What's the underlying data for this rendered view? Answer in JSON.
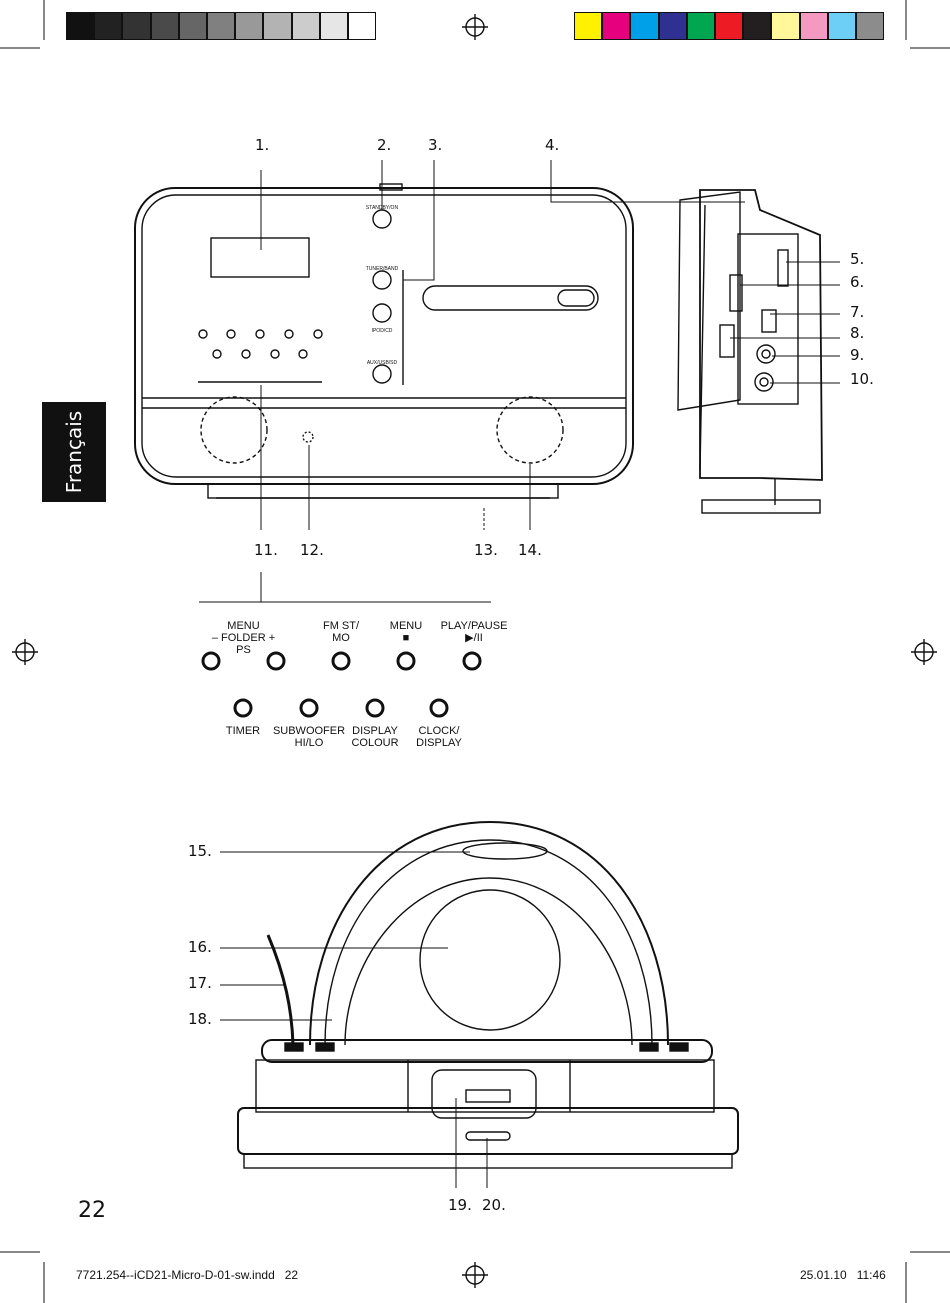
{
  "callouts": {
    "c1": "1.",
    "c2": "2.",
    "c3": "3.",
    "c4": "4.",
    "c5": "5.",
    "c6": "6.",
    "c7": "7.",
    "c8": "8.",
    "c9": "9.",
    "c10": "10.",
    "c11": "11.",
    "c12": "12.",
    "c13": "13.",
    "c14": "14.",
    "c15": "15.",
    "c16": "16.",
    "c17": "17.",
    "c18": "18.",
    "c19": "19.",
    "c20": "20."
  },
  "device_small_labels": {
    "standby": "STANDBY/ON",
    "tuner_band": "TUNER/BAND",
    "ipod_cd": "IPOD/CD",
    "aux_usb_sd": "AUX/USB/SD"
  },
  "control_panel": {
    "menu_folder": "MENU\n– FOLDER +\nPS",
    "fm_st_mo": "FM ST/\nMO",
    "menu_stop": "MENU\n■",
    "play_pause": "PLAY/PAUSE\n▶/II",
    "timer": "TIMER",
    "subwoofer": "SUBWOOFER\nHI/LO",
    "display_colour": "DISPLAY\nCOLOUR",
    "clock_display": "CLOCK/\nDISPLAY"
  },
  "side_tab": "Français",
  "page_number": "22",
  "footer": {
    "file": "7721.254--iCD21-Micro-D-01-sw.indd   22",
    "date": "25.01.10   11:46"
  },
  "colors": {
    "gray_bar": [
      "#111111",
      "#222222",
      "#333333",
      "#4a4a4a",
      "#666666",
      "#808080",
      "#999999",
      "#b3b3b3",
      "#cccccc",
      "#e6e6e6",
      "#ffffff"
    ],
    "color_bar": [
      "#fff100",
      "#e6007e",
      "#00a0e9",
      "#2e3192",
      "#00a650",
      "#ed1c24",
      "#231f20",
      "#fff799",
      "#f49ac1",
      "#6dcff6",
      "#8c8c8c"
    ]
  }
}
